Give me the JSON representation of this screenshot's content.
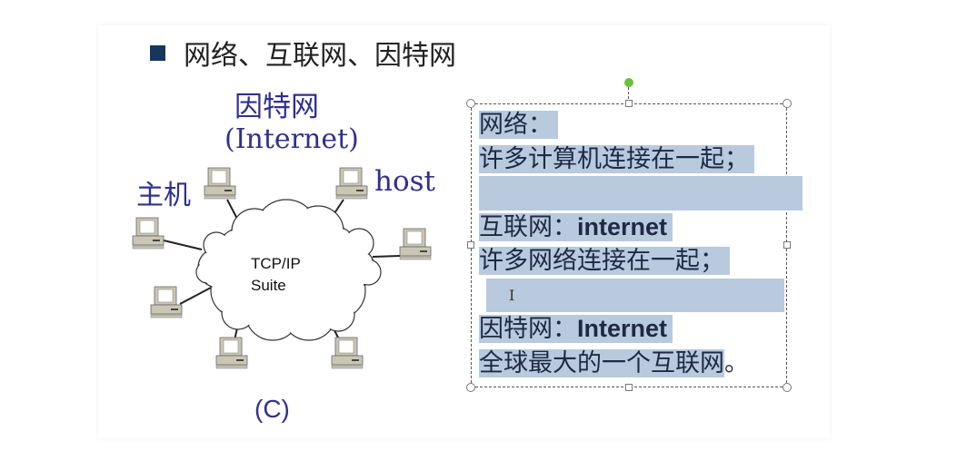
{
  "slide": {
    "title": "网络、互联网、因特网",
    "diagram": {
      "title_cn": "因特网",
      "title_en": "(Internet)",
      "host_cn": "主机",
      "host_en": "host",
      "cloud_line1": "TCP/IP",
      "cloud_line2": "Suite",
      "caption": "(C)"
    },
    "textbox": {
      "lines": [
        {
          "label": "网络：",
          "bold": ""
        },
        {
          "label": "许多计算机连接在一起；",
          "bold": ""
        },
        {
          "label": "",
          "bold": ""
        },
        {
          "label": "互联网：",
          "bold": "internet"
        },
        {
          "label": "许多网络连接在一起；",
          "bold": ""
        },
        {
          "label": "",
          "bold": ""
        },
        {
          "label": "因特网：",
          "bold": "Internet"
        },
        {
          "label": "全球最大的一个互联网",
          "bold": ""
        }
      ],
      "trailing_mark": "。"
    }
  },
  "colors": {
    "highlight": "#b9c9de",
    "label_blue": "#303090",
    "bullet": "#17365d"
  }
}
